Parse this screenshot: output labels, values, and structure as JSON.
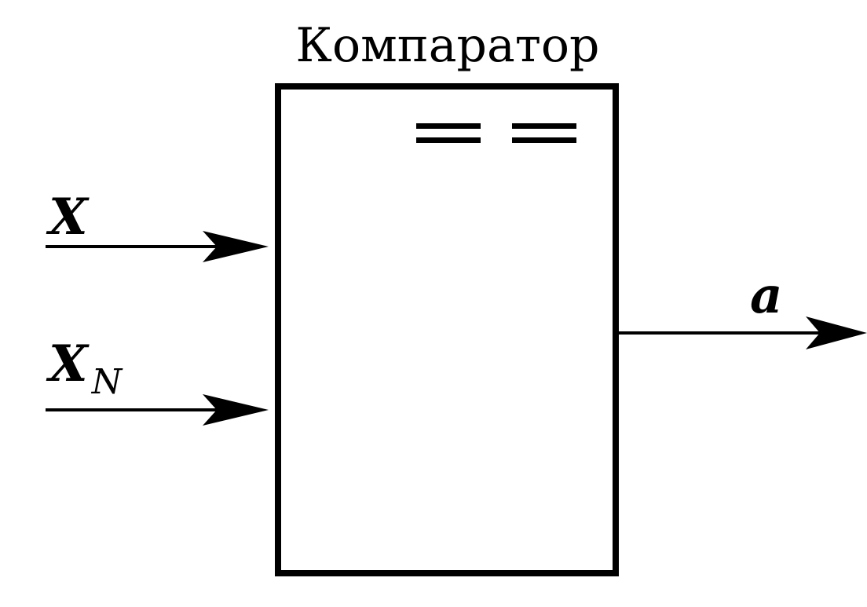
{
  "diagram": {
    "title": "Компаратор",
    "input_x": {
      "label": "X"
    },
    "input_xn": {
      "label": "X",
      "subscript": "N"
    },
    "output": {
      "label": "a"
    },
    "symbol": "equality-symbol"
  }
}
